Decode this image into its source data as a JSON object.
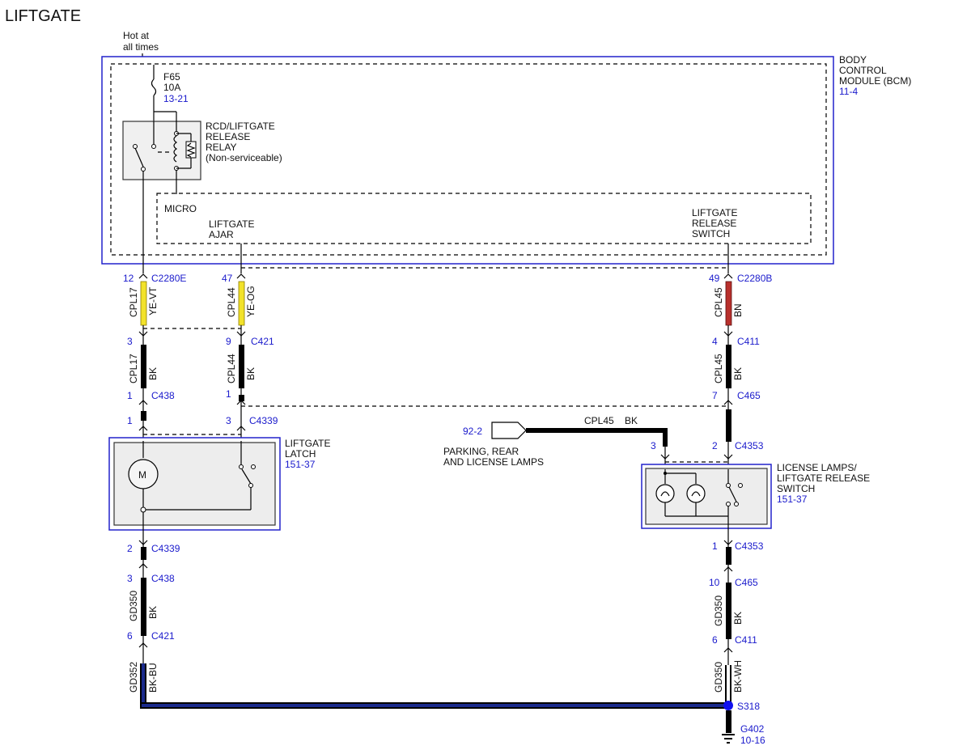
{
  "title": "LIFTGATE",
  "power": {
    "label_line1": "Hot at",
    "label_line2": "all times"
  },
  "fuse": {
    "name": "F65",
    "rating": "10A",
    "ref": "13-21"
  },
  "bcm": {
    "line1": "BODY",
    "line2": "CONTROL",
    "line3": "MODULE (BCM)",
    "ref": "11-4"
  },
  "relay": {
    "line1": "RCD/LIFTGATE",
    "line2": "RELEASE",
    "line3": "RELAY",
    "line4": "(Non-serviceable)"
  },
  "micro": {
    "label": "MICRO",
    "liftgate_ajar_1": "LIFTGATE",
    "liftgate_ajar_2": "AJAR",
    "release_switch_1": "LIFTGATE",
    "release_switch_2": "RELEASE",
    "release_switch_3": "SWITCH"
  },
  "connectors": {
    "c2280e_pin": "12",
    "c2280e": "C2280E",
    "c2280e_pin47": "47",
    "c2280b_pin": "49",
    "c2280b": "C2280B",
    "c421_a_pin": "3",
    "c421_b_pin": "9",
    "c421": "C421",
    "c411_top_pin": "4",
    "c411": "C411",
    "c438_a_pin": "1",
    "c438": "C438",
    "c438_b_pin": "1",
    "c465_top_pin": "7",
    "c465": "C465",
    "c4339_a_pin": "1",
    "c4339_b_pin": "3",
    "c4339": "C4339",
    "c4353_top_pin": "2",
    "c4353": "C4353",
    "c4339_bot_pin": "2",
    "c438_bot_pin": "3",
    "c421_bot_pin": "6",
    "c4353_bot_pin": "1",
    "c465_bot_pin": "10",
    "c411_bot_pin": "6",
    "lamp_pin": "3"
  },
  "wires": {
    "cpl17": "CPL17",
    "ye_vt": "YE-VT",
    "cpl44": "CPL44",
    "ye_og": "YE-OG",
    "cpl45": "CPL45",
    "bn": "BN",
    "bk": "BK",
    "gd350": "GD350",
    "gd352": "GD352",
    "bk_bu": "BK-BU",
    "bk_wh": "BK-WH"
  },
  "latch": {
    "line1": "LIFTGATE",
    "line2": "LATCH",
    "ref": "151-37",
    "motor": "M"
  },
  "lamps": {
    "line1": "LICENSE LAMPS/",
    "line2": "LIFTGATE RELEASE",
    "line3": "SWITCH",
    "ref": "151-37"
  },
  "parking": {
    "ref": "92-2",
    "line1": "PARKING, REAR",
    "line2": "AND LICENSE LAMPS"
  },
  "splice": {
    "name": "S318"
  },
  "ground": {
    "name": "G402",
    "ref": "10-16"
  },
  "colors": {
    "yellow": "#f2e22a",
    "brown": "#b8302c",
    "blue_wire": "#1a2a8c",
    "splice": "#1010ee"
  }
}
